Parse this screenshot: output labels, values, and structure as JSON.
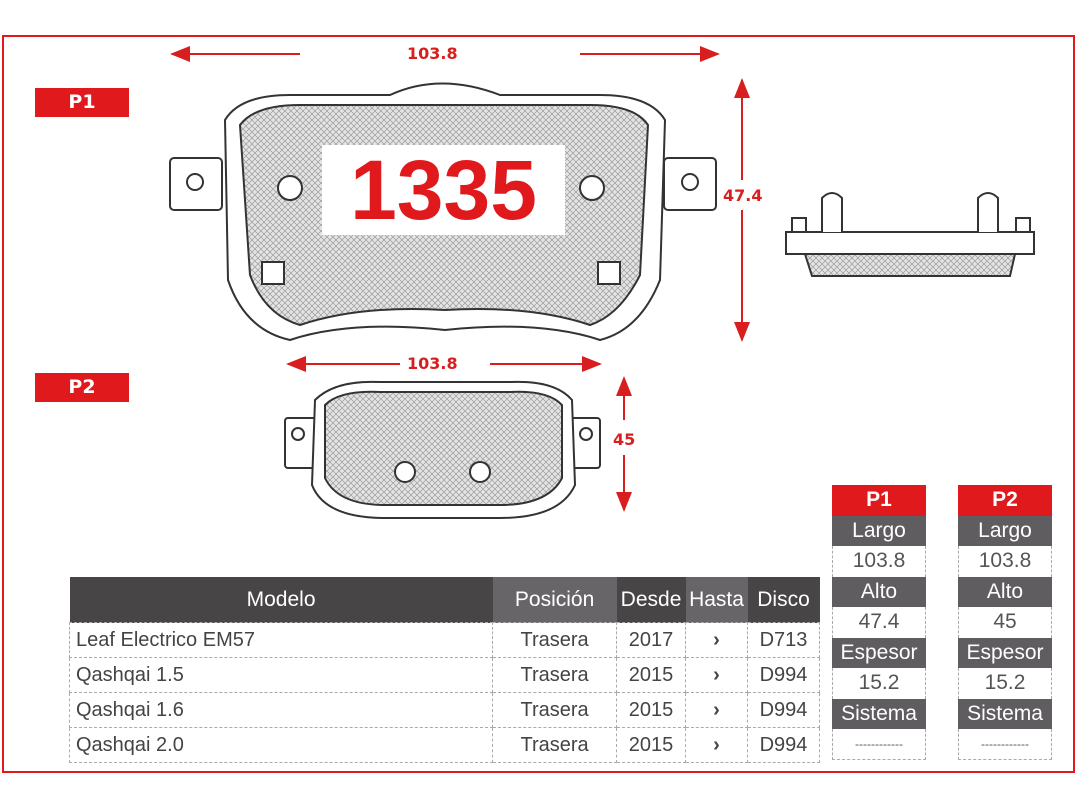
{
  "product_code": "1335",
  "pad_labels": {
    "p1": "P1",
    "p2": "P2"
  },
  "dimensions": {
    "p1_width": "103.8",
    "p1_height": "47.4",
    "p2_width": "103.8",
    "p2_height": "45"
  },
  "table": {
    "headers": [
      "Modelo",
      "Posición",
      "Desde",
      "Hasta",
      "Disco"
    ],
    "rows": [
      {
        "modelo": "Leaf Electrico EM57",
        "posicion": "Trasera",
        "desde": "2017",
        "hasta": "›",
        "disco": "D713"
      },
      {
        "modelo": "Qashqai 1.5",
        "posicion": "Trasera",
        "desde": "2015",
        "hasta": "›",
        "disco": "D994"
      },
      {
        "modelo": "Qashqai 1.6",
        "posicion": "Trasera",
        "desde": "2015",
        "hasta": "›",
        "disco": "D994"
      },
      {
        "modelo": "Qashqai 2.0",
        "posicion": "Trasera",
        "desde": "2015",
        "hasta": "›",
        "disco": "D994"
      }
    ]
  },
  "specs": [
    {
      "title": "P1",
      "largo_label": "Largo",
      "largo": "103.8",
      "alto_label": "Alto",
      "alto": "47.4",
      "espesor_label": "Espesor",
      "espesor": "15.2",
      "sistema_label": "Sistema",
      "sistema": "------------"
    },
    {
      "title": "P2",
      "largo_label": "Largo",
      "largo": "103.8",
      "alto_label": "Alto",
      "alto": "45",
      "espesor_label": "Espesor",
      "espesor": "15.2",
      "sistema_label": "Sistema",
      "sistema": "------------"
    }
  ]
}
